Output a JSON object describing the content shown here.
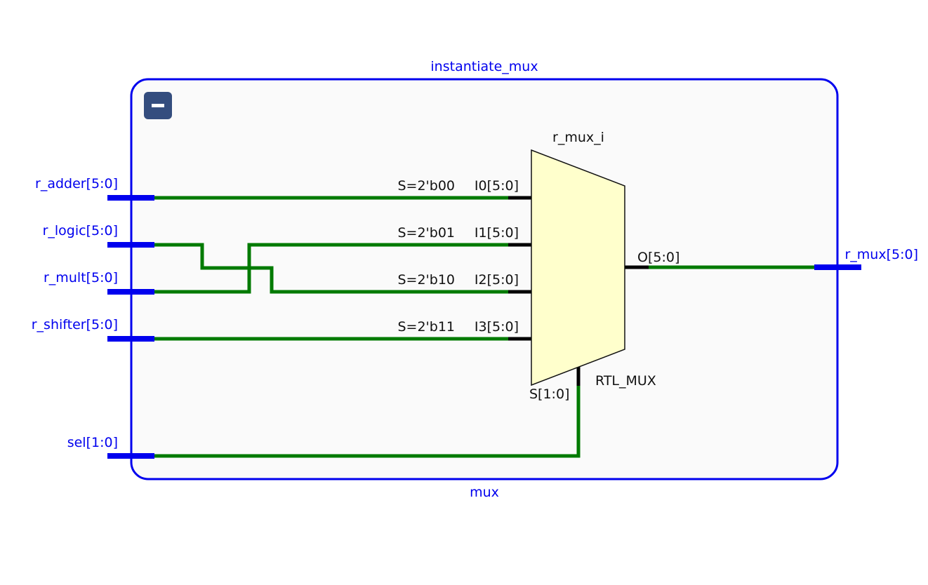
{
  "module": {
    "header_label": "instantiate_mux",
    "footer_label": "mux",
    "collapse_icon": "minus-icon",
    "colors": {
      "border": "#0000ee",
      "fill": "#fafafa",
      "wire": "#007a00",
      "port": "#0000ee",
      "cell_fill": "#ffffcc",
      "collapse_button": "#344d7e"
    }
  },
  "inputs": [
    {
      "name": "r_adder[5:0]"
    },
    {
      "name": "r_logic[5:0]"
    },
    {
      "name": "r_mult[5:0]"
    },
    {
      "name": "r_shifter[5:0]"
    },
    {
      "name": "sel[1:0]"
    }
  ],
  "outputs": [
    {
      "name": "r_mux[5:0]"
    }
  ],
  "cell": {
    "instance": "r_mux_i",
    "type": "RTL_MUX",
    "pins": [
      {
        "name": "I0[5:0]",
        "select": "S=2'b00"
      },
      {
        "name": "I1[5:0]",
        "select": "S=2'b01"
      },
      {
        "name": "I2[5:0]",
        "select": "S=2'b10"
      },
      {
        "name": "I3[5:0]",
        "select": "S=2'b11"
      }
    ],
    "output_pin": "O[5:0]",
    "select_pin": "S[1:0]"
  }
}
